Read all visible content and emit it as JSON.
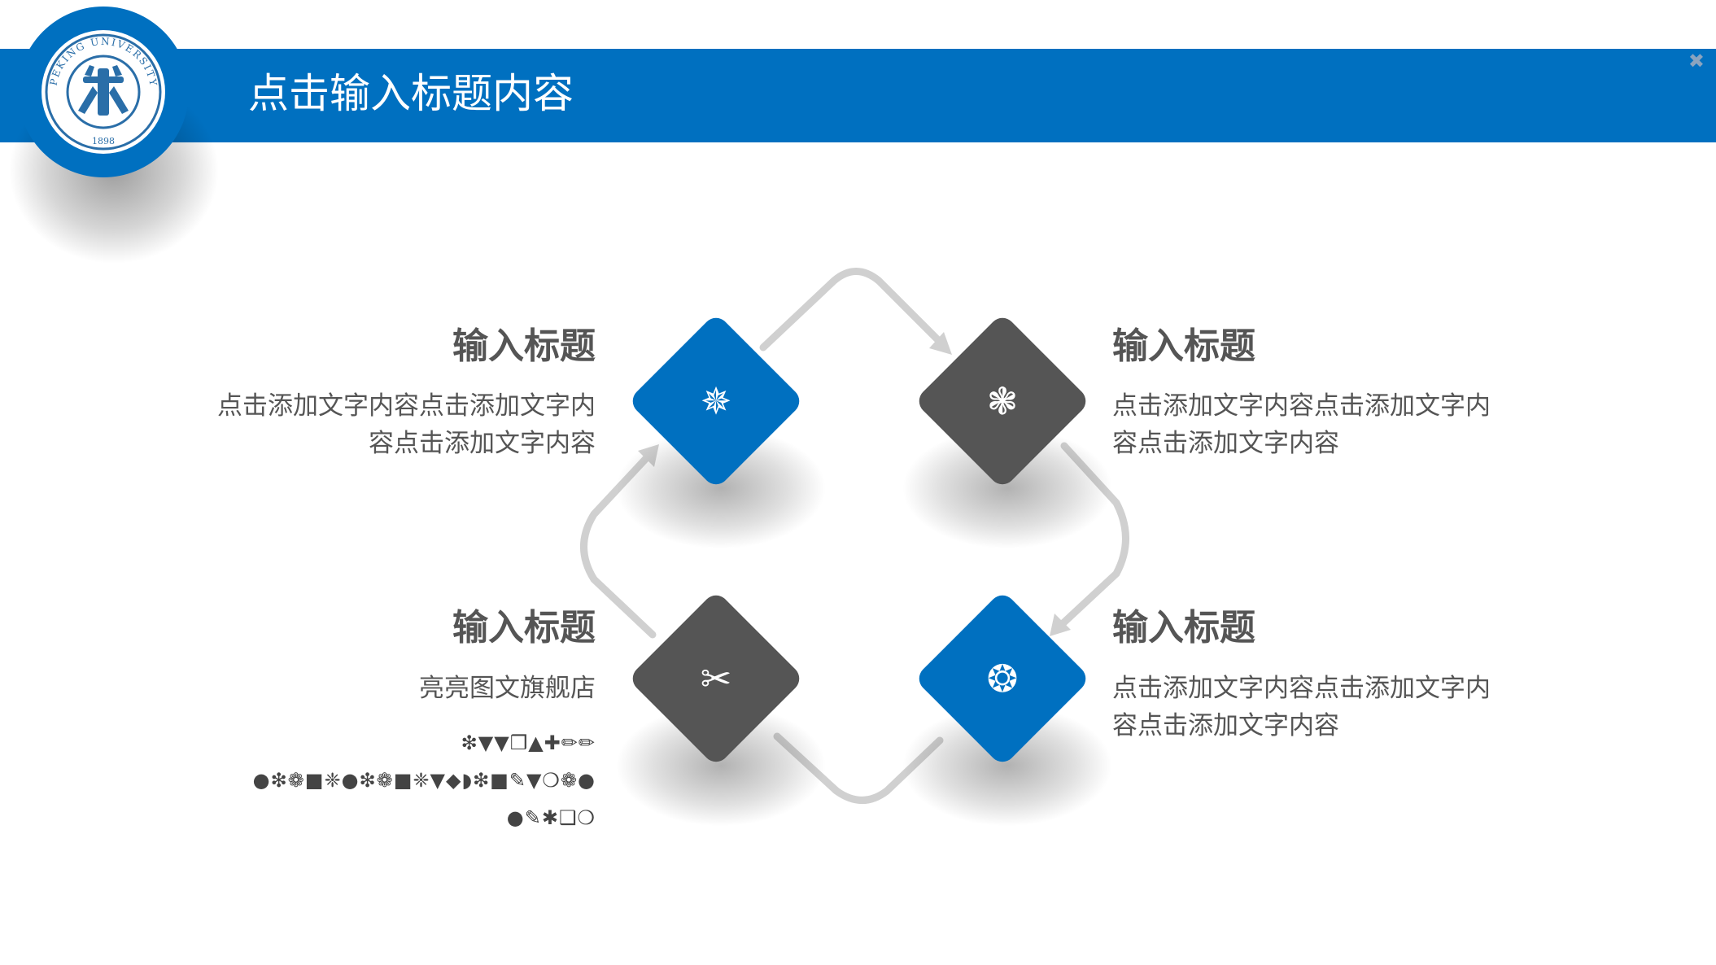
{
  "header": {
    "title": "点击输入标题内容",
    "close_symbol": "✖",
    "color": "#0070c0"
  },
  "logo": {
    "ring_text": "PEKING UNIVERSITY",
    "year": "1898"
  },
  "colors": {
    "blue": "#0070c0",
    "gray": "#555555",
    "connector": "#d0d0d0"
  },
  "blocks": [
    {
      "title": "输入标题",
      "line1": "点击添加文字内容点击添加文字内",
      "line2": "容点击添加文字内容",
      "icon": "compass-star-icon",
      "icon_glyph": "✵",
      "diamond_color": "blue"
    },
    {
      "title": "输入标题",
      "line1": "点击添加文字内容点击添加文字内",
      "line2": "容点击添加文字内容",
      "icon": "flower-icon",
      "icon_glyph": "❃",
      "diamond_color": "gray"
    },
    {
      "title": "输入标题",
      "line1": "亮亮图文旗舰店",
      "symbols1": "❇▼▼❒▲✚✏✏",
      "symbols2": "●❇❁■❈●❇❁■❈▼◆◗❇■✎▼❍❁●",
      "symbols3": "●✎✱❑❍",
      "icon": "scissors-icon",
      "icon_glyph": "✂",
      "diamond_color": "gray"
    },
    {
      "title": "输入标题",
      "line1": "点击添加文字内容点击添加文字内",
      "line2": "容点击添加文字内容",
      "icon": "sun-gear-icon",
      "icon_glyph": "❂",
      "diamond_color": "blue"
    }
  ]
}
